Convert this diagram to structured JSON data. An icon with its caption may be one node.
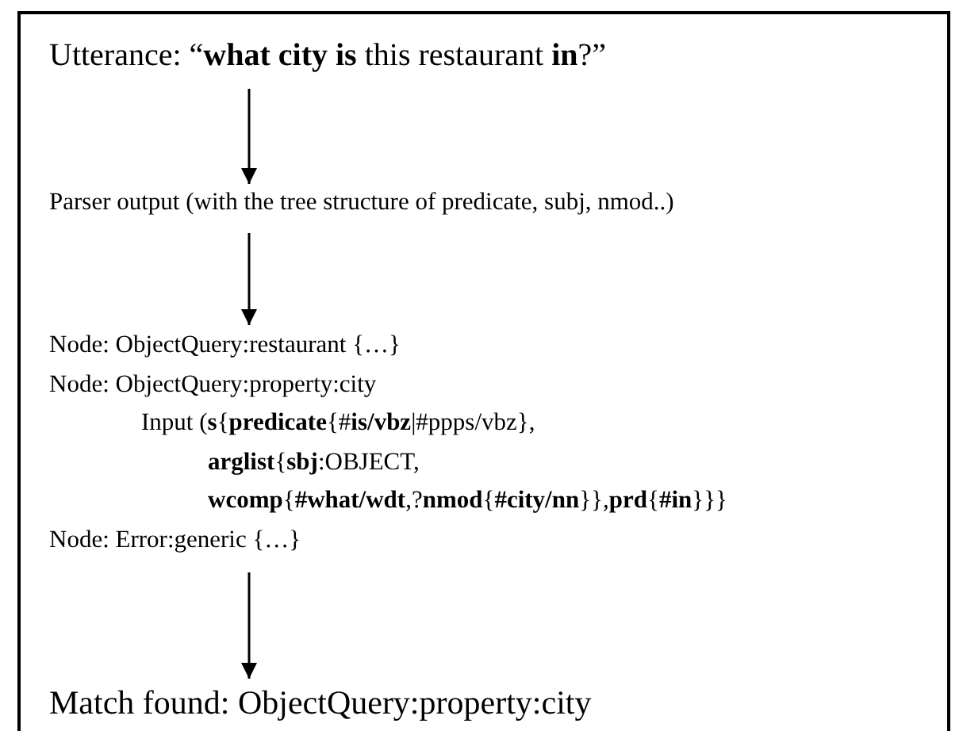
{
  "diagram": {
    "nodes": [
      {
        "text": [],
        "shape": "box"
      },
      {
        "text": [
          "Utterance: “**what city is** this restaurant **in**?”"
        ],
        "in": 0
      },
      {
        "text": [
          "Parser output (with the tree structure of predicate, subj, nmod..)"
        ],
        "in": 0
      },
      {
        "text": [
          "Node: ObjectQuery:restaurant {…}",
          "Node: ObjectQuery:property:city",
          "Input (**s**{**predicate**{#**is/vbz**|#ppps/vbz},",
          "**arglist**{**sbj**:OBJECT,",
          "**wcomp**{**#what/wdt**,?**nmod**{**#city/nn**}},**prd**{**#in**}}}",
          "Node: Error:generic {…}"
        ],
        "in": 0
      },
      {
        "text": [
          "Match found: ObjectQuery:property:city"
        ],
        "in": 0
      }
    ],
    "edges": [
      {
        "from": 1,
        "to": 2,
        "arrow": "to"
      },
      {
        "from": 2,
        "to": 3,
        "arrow": "to"
      },
      {
        "from": 3,
        "to": 4,
        "arrow": "to"
      }
    ]
  }
}
